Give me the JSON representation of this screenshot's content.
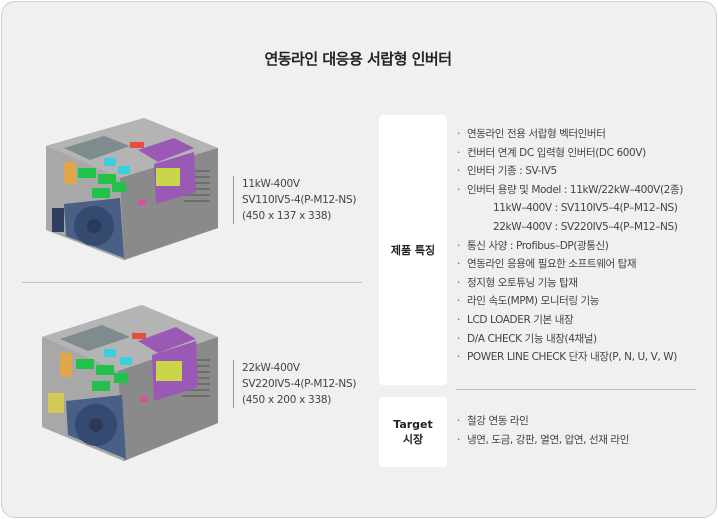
{
  "title": "연동라인 대응용 서랍형 인버터",
  "products": [
    {
      "model": "11kW-400V",
      "part": "SV110IV5-4(P-M12-NS)",
      "dims": "(450 x 137 x 338)"
    },
    {
      "model": "22kW-400V",
      "part": "SV220IV5-4(P-M12-NS)",
      "dims": "(450 x 200 x 338)"
    }
  ],
  "features": {
    "label": "제품 특징",
    "bullet": "·",
    "items": [
      {
        "text": "연동라인 전용 서랍형 벡터인버터",
        "sub": false
      },
      {
        "text": "컨버터 연계 DC 입력형 인버터(DC 600V)",
        "sub": false
      },
      {
        "text": "인버터 기종 : SV-IV5",
        "sub": false
      },
      {
        "text": "인버터 용량 및 Model : 11kW/22kW–400V(2종)",
        "sub": false
      },
      {
        "text": "11kW–400V : SV110IV5–4(P–M12–NS)",
        "sub": true
      },
      {
        "text": "22kW–400V : SV220IV5–4(P–M12–NS)",
        "sub": true
      },
      {
        "text": "통신 사양 : Profibus–DP(광통신)",
        "sub": false
      },
      {
        "text": "연동라인 응용에 필요한 소프트웨어 탑재",
        "sub": false
      },
      {
        "text": "정지형 오토튜닝 기능 탑재",
        "sub": false
      },
      {
        "text": "라인 속도(MPM) 모니터링 기능",
        "sub": false
      },
      {
        "text": "LCD LOADER 기본 내장",
        "sub": false
      },
      {
        "text": "D/A CHECK 기능 내장(4채널)",
        "sub": false
      },
      {
        "text": "POWER LINE CHECK 단자 내장(P, N, U, V, W)",
        "sub": false
      }
    ]
  },
  "target": {
    "label_line1": "Target",
    "label_line2": "시장",
    "items": [
      "철강 연동 라인",
      "냉연, 도금, 강판, 열연, 압연, 선재 라인"
    ]
  },
  "colors": {
    "panel_bg": "#f0f0f0",
    "box_bg": "#ffffff",
    "text": "#444444"
  }
}
